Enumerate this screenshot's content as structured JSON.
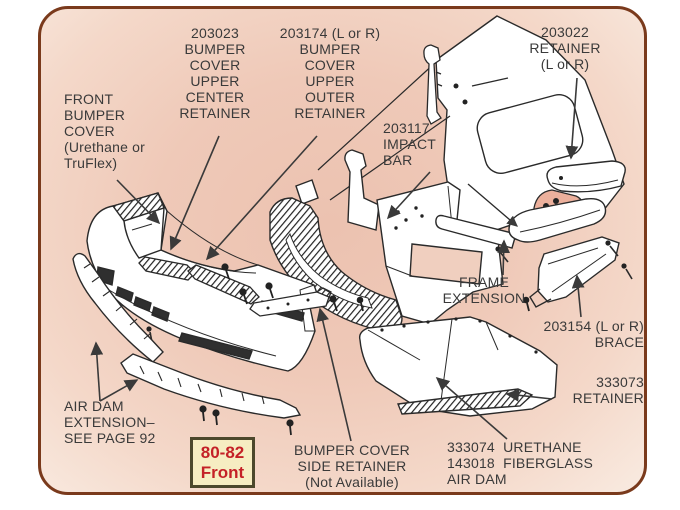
{
  "diagram": {
    "badge": {
      "years": "80-82",
      "position": "Front"
    },
    "callouts": {
      "front_bumper_cover": "FRONT\nBUMPER\nCOVER\n(Urethane or\nTruFlex)",
      "upper_center_retainer": "203023\nBUMPER\nCOVER\nUPPER\nCENTER\nRETAINER",
      "upper_outer_retainer": "203174 (L or R)\nBUMPER\nCOVER\nUPPER\nOUTER\nRETAINER",
      "impact_bar": "203117\nIMPACT\nBAR",
      "retainer_203022": "203022\nRETAINER\n(L or R)",
      "frame_extension": "FRAME\nEXTENSION",
      "brace": "203154 (L or R)\nBRACE",
      "retainer_333073": "333073\nRETAINER",
      "air_dam": "333074  URETHANE\n143018  FIBERGLASS\nAIR DAM",
      "air_dam_extension": "AIR DAM\nEXTENSION–\nSEE PAGE 92",
      "side_retainer": "BUMPER COVER\nSIDE RETAINER\n(Not Available)"
    },
    "colors": {
      "panel_border": "#7a3a1c",
      "panel_background_center": "#ecc2b0",
      "panel_background_edge": "#f9ebe1",
      "line_art": "#2a2a2a",
      "callout_text": "#3a3a3a",
      "badge_background": "#f6edc2",
      "badge_border": "#4c482c",
      "badge_text": "#c42127",
      "part_fill": "#ffffff",
      "colored_part_fill": "#ecb09c"
    }
  }
}
